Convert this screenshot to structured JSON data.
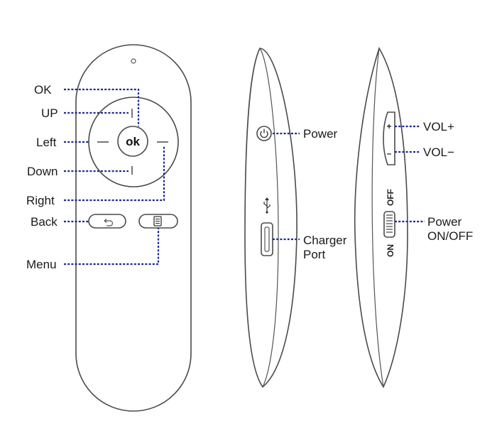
{
  "front_labels": {
    "ok": "OK",
    "up": "UP",
    "left": "Left",
    "down": "Down",
    "right": "Right",
    "back": "Back",
    "menu": "Menu"
  },
  "ok_button_text": "ok",
  "side_left_labels": {
    "power": "Power",
    "charger_line1": "Charger",
    "charger_line2": "Port"
  },
  "side_right_labels": {
    "vol_plus": "VOL+",
    "vol_minus": "VOL−",
    "power_switch_line1": "Power",
    "power_switch_line2": "ON/OFF",
    "plus_sign": "+",
    "minus_sign": "–",
    "switch_on": "ON",
    "switch_off": "OFF"
  },
  "colors": {
    "leader_line": "#1d2a8f",
    "outline": "#4a4a4a"
  }
}
